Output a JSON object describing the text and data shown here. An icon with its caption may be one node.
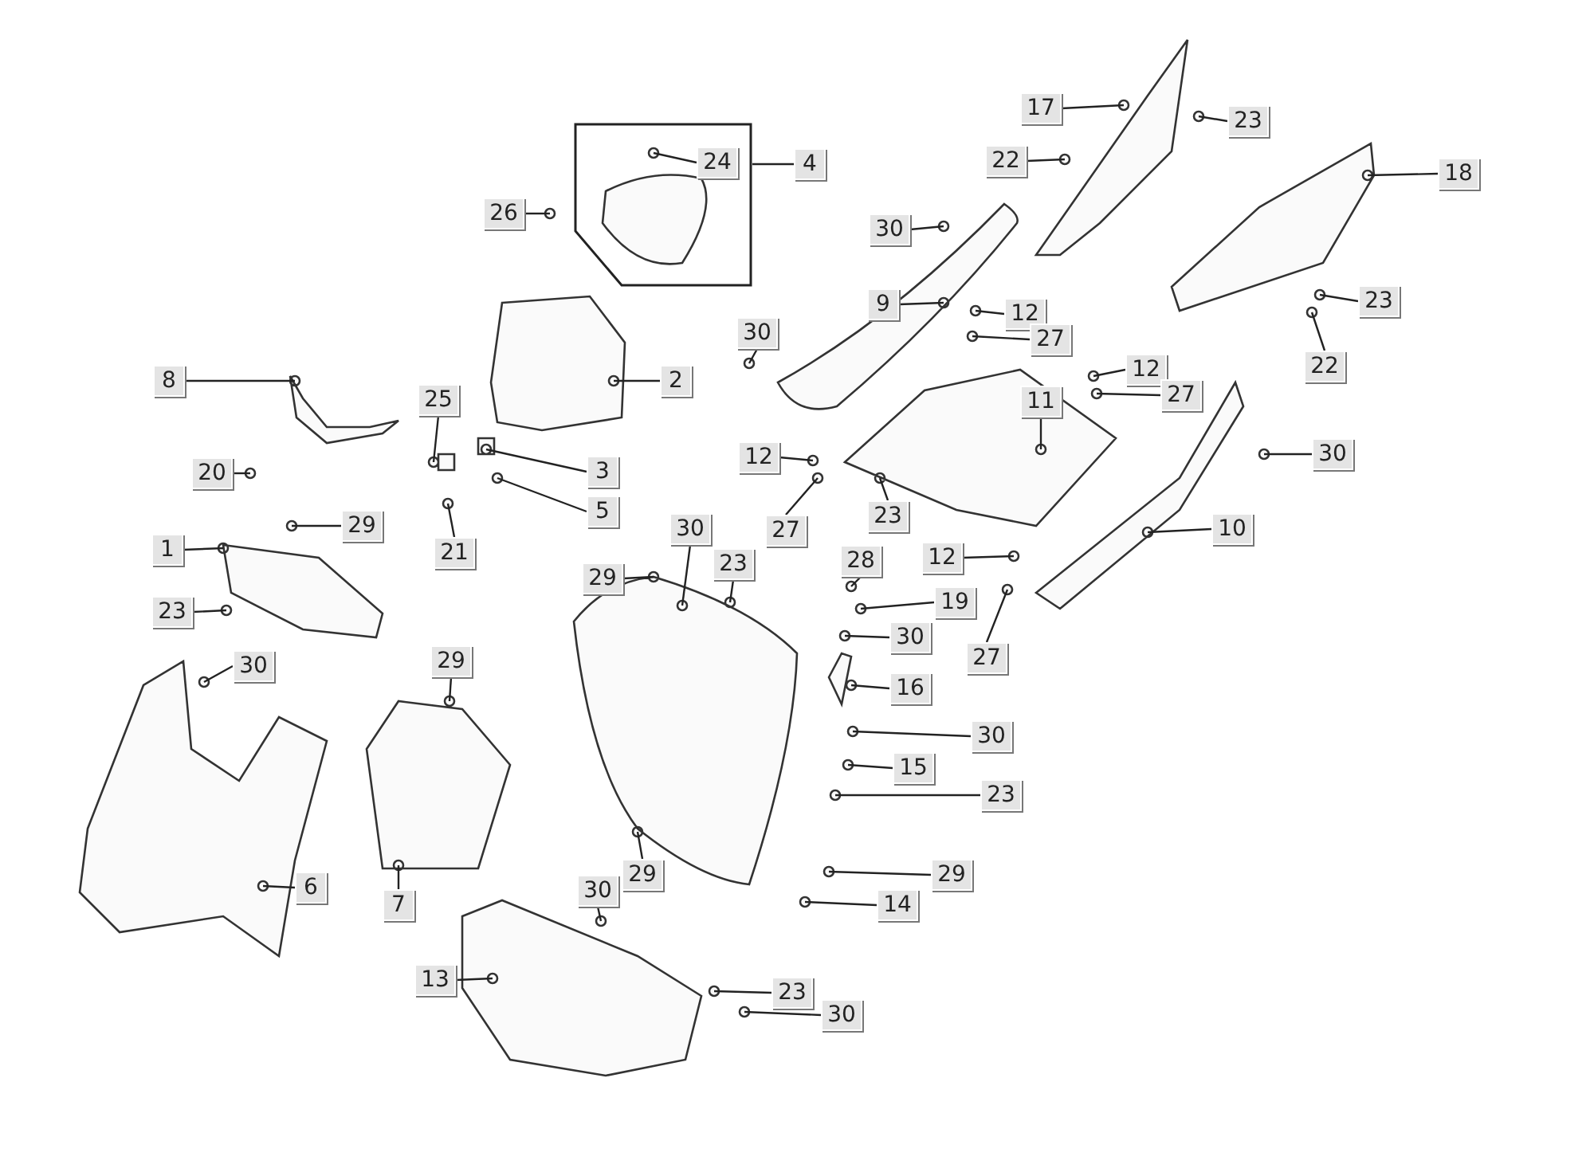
{
  "diagram": {
    "nodes": [
      {
        "text": [],
        "shape": "box"
      },
      {
        "text": [
          "17"
        ]
      },
      {
        "text": [
          "23"
        ]
      },
      {
        "text": [
          "24"
        ],
        "in": 0
      },
      {
        "text": [
          "4"
        ]
      },
      {
        "text": [
          "22"
        ]
      },
      {
        "text": [
          "18"
        ]
      },
      {
        "text": [
          "26"
        ]
      },
      {
        "text": [
          "30"
        ]
      },
      {
        "text": [
          "9"
        ]
      },
      {
        "text": [
          "12"
        ]
      },
      {
        "text": [
          "23"
        ]
      },
      {
        "text": [
          "30"
        ]
      },
      {
        "text": [
          "27"
        ]
      },
      {
        "text": [
          "22"
        ]
      },
      {
        "text": [
          "2"
        ]
      },
      {
        "text": [
          "8"
        ]
      },
      {
        "text": [
          "12"
        ]
      },
      {
        "text": [
          "27"
        ]
      },
      {
        "text": [
          "25"
        ]
      },
      {
        "text": [
          "11"
        ]
      },
      {
        "text": [
          "3"
        ]
      },
      {
        "text": [
          "20"
        ]
      },
      {
        "text": [
          "12"
        ]
      },
      {
        "text": [
          "30"
        ]
      },
      {
        "text": [
          "5"
        ]
      },
      {
        "text": [
          "29"
        ]
      },
      {
        "text": [
          "21"
        ]
      },
      {
        "text": [
          "1"
        ]
      },
      {
        "text": [
          "27"
        ]
      },
      {
        "text": [
          "23"
        ]
      },
      {
        "text": [
          "10"
        ]
      },
      {
        "text": [
          "30"
        ]
      },
      {
        "text": [
          "12"
        ]
      },
      {
        "text": [
          "28"
        ]
      },
      {
        "text": [
          "29"
        ]
      },
      {
        "text": [
          "23"
        ]
      },
      {
        "text": [
          "19"
        ]
      },
      {
        "text": [
          "23"
        ]
      },
      {
        "text": [
          "30"
        ]
      },
      {
        "text": [
          "27"
        ]
      },
      {
        "text": [
          "16"
        ]
      },
      {
        "text": [
          "30"
        ]
      },
      {
        "text": [
          "29"
        ]
      },
      {
        "text": [
          "30"
        ]
      },
      {
        "text": [
          "15"
        ]
      },
      {
        "text": [
          "23"
        ]
      },
      {
        "text": [
          "6"
        ]
      },
      {
        "text": [
          "29"
        ]
      },
      {
        "text": [
          "29"
        ]
      },
      {
        "text": [
          "30"
        ]
      },
      {
        "text": [
          "7"
        ]
      },
      {
        "text": [
          "14"
        ]
      },
      {
        "text": [
          "13"
        ]
      },
      {
        "text": [
          "23"
        ]
      },
      {
        "text": [
          "30"
        ]
      }
    ],
    "edges": [
      {
        "from": 1,
        "to": null,
        "arrow": "none"
      },
      {
        "from": 2,
        "to": null,
        "arrow": "none"
      },
      {
        "from": 3,
        "to": null,
        "arrow": "none"
      },
      {
        "from": 4,
        "to": 0,
        "arrow": "none"
      },
      {
        "from": 5,
        "to": null,
        "arrow": "none"
      },
      {
        "from": 6,
        "to": null,
        "arrow": "none"
      },
      {
        "from": 7,
        "to": null,
        "arrow": "none"
      },
      {
        "from": 8,
        "to": null,
        "arrow": "none"
      },
      {
        "from": 9,
        "to": null,
        "arrow": "none"
      },
      {
        "from": 10,
        "to": null,
        "arrow": "none"
      },
      {
        "from": 11,
        "to": null,
        "arrow": "none"
      },
      {
        "from": 12,
        "to": null,
        "arrow": "none"
      },
      {
        "from": 13,
        "to": null,
        "arrow": "none"
      },
      {
        "from": 14,
        "to": null,
        "arrow": "none"
      },
      {
        "from": 15,
        "to": null,
        "arrow": "none"
      },
      {
        "from": 16,
        "to": null,
        "arrow": "none"
      },
      {
        "from": 17,
        "to": null,
        "arrow": "none"
      },
      {
        "from": 18,
        "to": null,
        "arrow": "none"
      },
      {
        "from": 19,
        "to": null,
        "arrow": "none"
      },
      {
        "from": 20,
        "to": null,
        "arrow": "none"
      },
      {
        "from": 21,
        "to": null,
        "arrow": "none"
      },
      {
        "from": 22,
        "to": null,
        "arrow": "none"
      },
      {
        "from": 23,
        "to": null,
        "arrow": "none"
      },
      {
        "from": 24,
        "to": null,
        "arrow": "none"
      },
      {
        "from": 25,
        "to": null,
        "arrow": "none"
      },
      {
        "from": 26,
        "to": null,
        "arrow": "none"
      },
      {
        "from": 27,
        "to": null,
        "arrow": "none"
      },
      {
        "from": 28,
        "to": null,
        "arrow": "none"
      },
      {
        "from": 29,
        "to": null,
        "arrow": "none"
      },
      {
        "from": 30,
        "to": null,
        "arrow": "none"
      },
      {
        "from": 31,
        "to": null,
        "arrow": "none"
      },
      {
        "from": 32,
        "to": null,
        "arrow": "none"
      },
      {
        "from": 33,
        "to": null,
        "arrow": "none"
      },
      {
        "from": 34,
        "to": null,
        "arrow": "none"
      },
      {
        "from": 35,
        "to": null,
        "arrow": "none"
      },
      {
        "from": 36,
        "to": null,
        "arrow": "none"
      },
      {
        "from": 37,
        "to": null,
        "arrow": "none"
      },
      {
        "from": 38,
        "to": null,
        "arrow": "none"
      },
      {
        "from": 39,
        "to": null,
        "arrow": "none"
      },
      {
        "from": 40,
        "to": null,
        "arrow": "none"
      },
      {
        "from": 41,
        "to": null,
        "arrow": "none"
      },
      {
        "from": 42,
        "to": null,
        "arrow": "none"
      },
      {
        "from": 43,
        "to": null,
        "arrow": "none"
      },
      {
        "from": 44,
        "to": null,
        "arrow": "none"
      },
      {
        "from": 45,
        "to": null,
        "arrow": "none"
      },
      {
        "from": 46,
        "to": null,
        "arrow": "none"
      },
      {
        "from": 47,
        "to": null,
        "arrow": "none"
      },
      {
        "from": 48,
        "to": null,
        "arrow": "none"
      },
      {
        "from": 49,
        "to": null,
        "arrow": "none"
      },
      {
        "from": 50,
        "to": null,
        "arrow": "none"
      },
      {
        "from": 51,
        "to": null,
        "arrow": "none"
      },
      {
        "from": 52,
        "to": null,
        "arrow": "none"
      },
      {
        "from": 53,
        "to": null,
        "arrow": "none"
      },
      {
        "from": 54,
        "to": null,
        "arrow": "none"
      },
      {
        "from": 55,
        "to": null,
        "arrow": "none"
      }
    ]
  }
}
